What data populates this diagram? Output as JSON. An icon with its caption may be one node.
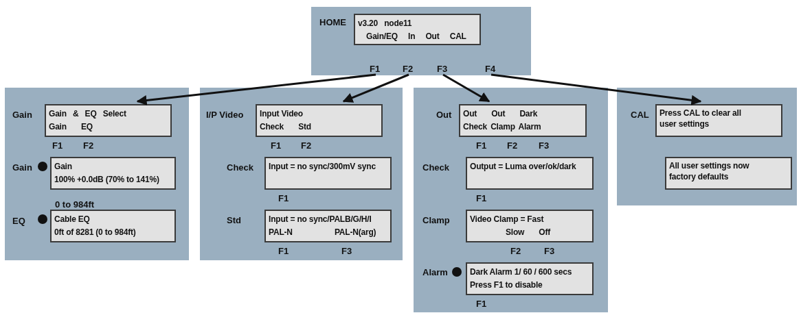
{
  "diagram": {
    "nodes": [
      {
        "text": [],
        "shape": "box"
      },
      {
        "text": [
          "v3.20 node11",
          "Gain/EQ In Out CAL"
        ],
        "in": 0,
        "beside": [
          "HOME"
        ]
      },
      {
        "text": [
          "F1"
        ],
        "in": 0
      },
      {
        "text": [
          "F2"
        ],
        "in": 0
      },
      {
        "text": [
          "F3"
        ],
        "in": 0
      },
      {
        "text": [
          "F4"
        ],
        "in": 0
      },
      {
        "text": [],
        "shape": "box"
      },
      {
        "text": [
          "Gain & EQ Select",
          "Gain EQ"
        ],
        "in": 6,
        "beside": [
          "Gain",
          "F1",
          "F2"
        ]
      },
      {
        "text": [
          "Gain",
          "100% +0.0dB (70% to 141%)"
        ],
        "in": 6,
        "beside": [
          "Gain"
        ]
      },
      {
        "text": [
          "Cable EQ",
          "0ft of 8281 (0 to 984ft)"
        ],
        "in": 6,
        "beside": [
          "EQ"
        ]
      },
      {
        "text": [],
        "shape": "box"
      },
      {
        "text": [
          "Input Video",
          "Check Std"
        ],
        "in": 10,
        "beside": [
          "I/P Video",
          "F1",
          "F2"
        ]
      },
      {
        "text": [
          "Input = no sync/300mV sync"
        ],
        "in": 10,
        "beside": [
          "Check",
          "F1"
        ]
      },
      {
        "text": [
          "Input = no sync/PALB/G/H/I",
          "PAL-N PAL-N(arg)"
        ],
        "in": 10,
        "beside": [
          "Std",
          "F1",
          "F3"
        ]
      },
      {
        "text": [],
        "shape": "box"
      },
      {
        "text": [
          "Out Out Dark",
          "Check Clamp Alarm"
        ],
        "in": 14,
        "beside": [
          "Out",
          "F1",
          "F2",
          "F3"
        ]
      },
      {
        "text": [
          "Output = Luma over/ok/dark"
        ],
        "in": 14,
        "beside": [
          "Check",
          "F1"
        ]
      },
      {
        "text": [
          "Video Clamp = Fast",
          "Slow Off"
        ],
        "in": 14,
        "beside": [
          "Clamp",
          "F2",
          "F3"
        ]
      },
      {
        "text": [
          "Dark Alarm 1/ 60 / 600 secs",
          "Press F1 to disable"
        ],
        "in": 14,
        "beside": [
          "Alarm",
          "F1"
        ]
      },
      {
        "text": [],
        "shape": "box"
      },
      {
        "text": [
          "Press CAL to clear all user settings"
        ],
        "in": 19,
        "beside": [
          "CAL"
        ]
      },
      {
        "text": [
          "All user settings now factory defaults"
        ],
        "in": 19
      }
    ],
    "edges": [
      {
        "from": 2,
        "to": 7,
        "arrow": "to"
      },
      {
        "from": 3,
        "to": 11,
        "arrow": "to"
      },
      {
        "from": 4,
        "to": 15,
        "arrow": "to"
      },
      {
        "from": 5,
        "to": 20,
        "arrow": "to"
      }
    ],
    "labels": [
      "0 to 984ft"
    ]
  }
}
